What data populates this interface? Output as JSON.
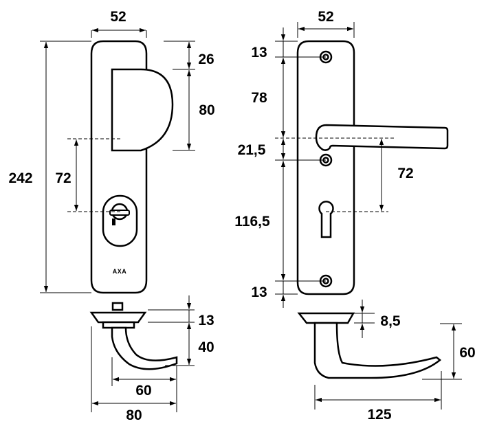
{
  "front_view": {
    "brand_text": "AXA",
    "dims": {
      "plate_width": "52",
      "total_height": "242",
      "top_offset": "26",
      "shield_height": "80",
      "center_distance": "72",
      "base_height": "13",
      "lever_drop": "40",
      "lever_reach": "60",
      "lever_length": "80"
    }
  },
  "back_view": {
    "dims": {
      "plate_width": "52",
      "top_screw": "13",
      "to_handle": "78",
      "handle_to_screw": "21,5",
      "center_distance": "72",
      "to_bottom_screw": "116,5",
      "bottom_screw": "13",
      "rose_height": "8,5",
      "lever_drop": "60",
      "lever_length": "125"
    }
  }
}
